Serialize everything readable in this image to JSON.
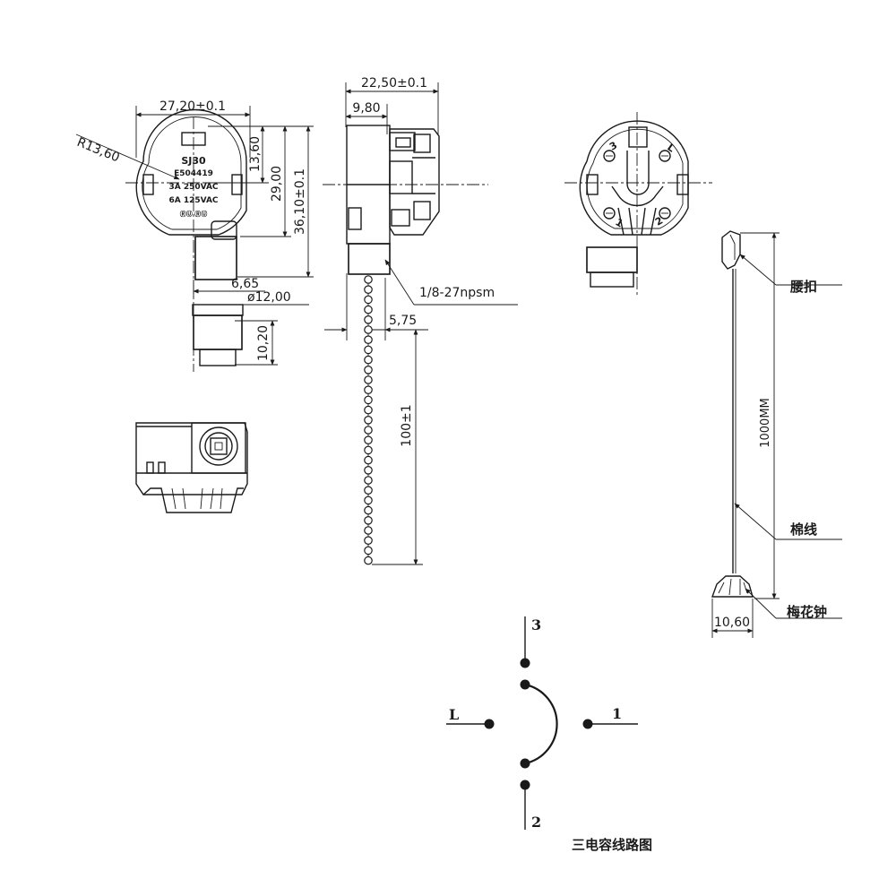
{
  "front_view": {
    "model": "SJ30",
    "cert": "E504419",
    "rating_1": "3A 250VAC",
    "rating_2": "6A 125VAC",
    "marks": "ⓇⓊ ⓇⓊ",
    "dim_width": "27,20±0.1",
    "dim_radius": "R13,60",
    "dim_13_60": "13,60",
    "dim_29_00": "29,00",
    "dim_36_10": "36,10±0.1",
    "dim_6_65": "6,65",
    "dim_diameter": "ø12,00",
    "dim_10_20": "10,20"
  },
  "side_view": {
    "dim_width": "22,50±0.1",
    "dim_9_80": "9,80",
    "thread": "1/8-27npsm",
    "dim_5_75": "5,75",
    "dim_chain": "100±1"
  },
  "back_view": {
    "terminal_3": "3",
    "terminal_L": "L",
    "terminal_1": "1",
    "terminal_2": "2"
  },
  "pull_cord": {
    "label_clip": "腰扣",
    "label_cord": "棉线",
    "label_bell": "梅花钟",
    "dim_length": "1000MM",
    "dim_bell": "10,60"
  },
  "circuit": {
    "label_3": "3",
    "label_L": "L",
    "label_1": "1",
    "label_2": "2",
    "caption": "三电容线路图"
  }
}
